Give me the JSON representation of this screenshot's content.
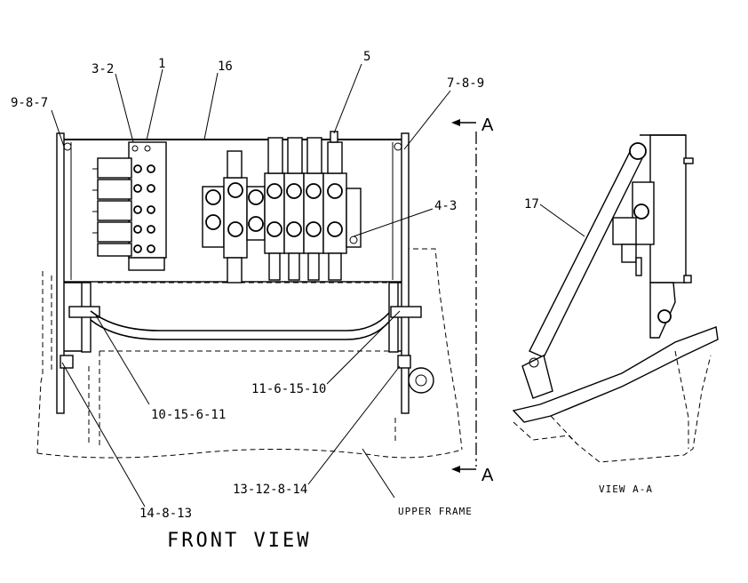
{
  "callouts": {
    "c_9_8_7": "9-8-7",
    "c_3_2": "3-2",
    "c_1": "1",
    "c_16": "16",
    "c_5": "5",
    "c_7_8_9": "7-8-9",
    "c_4_3": "4-3",
    "c_17": "17",
    "c_11_6_15_10": "11-6-15-10",
    "c_10_15_6_11": "10-15-6-11",
    "c_13_12_8_14": "13-12-8-14",
    "c_14_8_13": "14-8-13"
  },
  "section_marks": {
    "top": "A",
    "bottom": "A"
  },
  "labels": {
    "upper_frame": "UPPER FRAME",
    "front_view": "FRONT VIEW",
    "view_aa": "VIEW A-A"
  }
}
